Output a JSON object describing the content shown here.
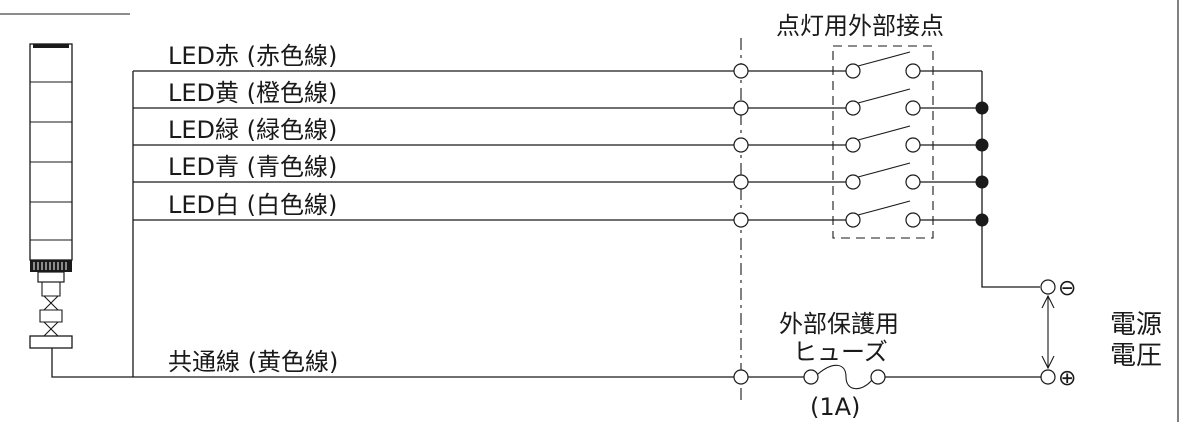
{
  "wires": [
    {
      "id": "red",
      "label": "LED赤 (赤色線)"
    },
    {
      "id": "yellow",
      "label": "LED黄 (橙色線)"
    },
    {
      "id": "green",
      "label": "LED緑 (緑色線)"
    },
    {
      "id": "blue",
      "label": "LED青 (青色線)"
    },
    {
      "id": "white",
      "label": "LED白 (白色線)"
    }
  ],
  "common_wire": {
    "label": "共通線 (黄色線)"
  },
  "contact_block": {
    "label": "点灯用外部接点"
  },
  "fuse": {
    "label_line1": "外部保護用",
    "label_line2": "ヒューズ",
    "rating": "(1A)"
  },
  "power_supply": {
    "label_line1": "電源",
    "label_line2": "電圧",
    "minus_symbol": "⊖",
    "plus_symbol": "⊕"
  }
}
